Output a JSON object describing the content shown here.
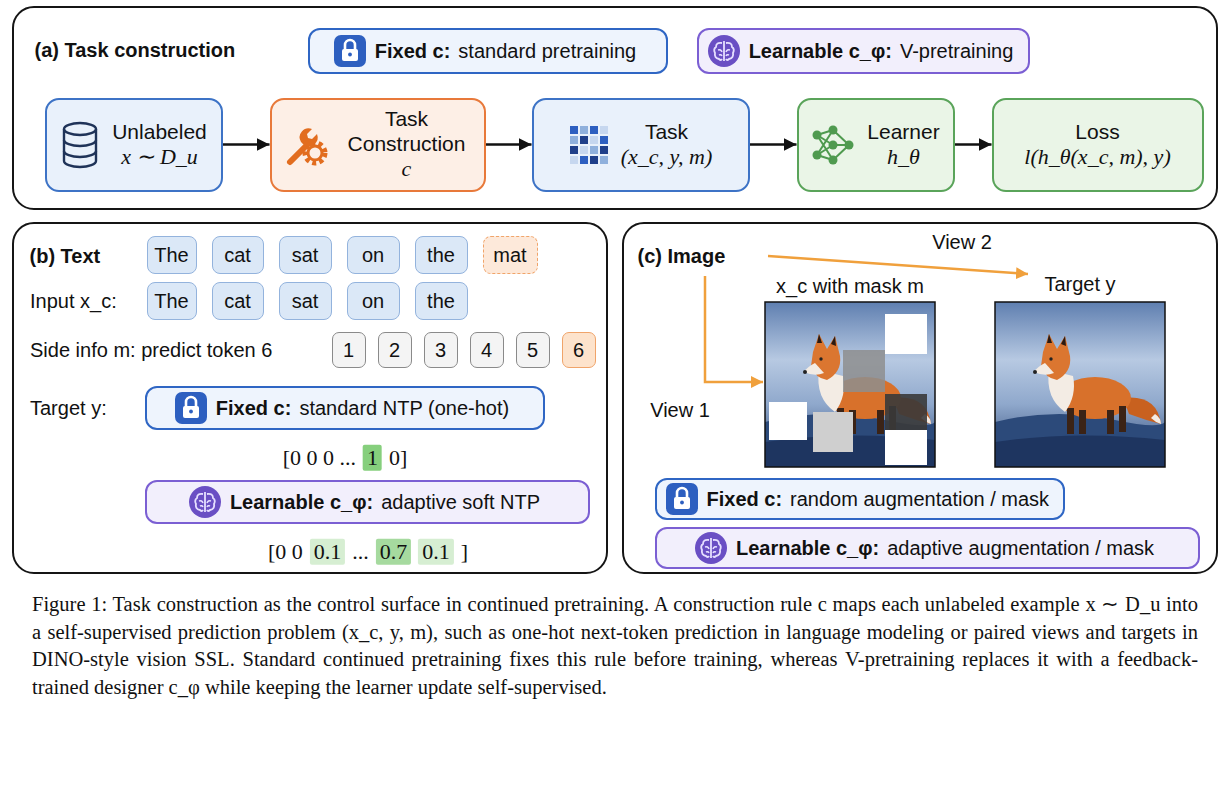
{
  "diagram": {
    "caption": "Figure 1: Task construction as the control surface in continued pretraining. A construction rule c maps each unlabeled example x ∼ D_u into a self-supervised prediction problem (x_c, y, m), such as one-hot next-token prediction in language modeling or paired views and targets in DINO-style vision SSL. Standard continued pretraining fixes this rule before training, whereas V-pretraining replaces it with a feedback-trained designer c_φ while keeping the learner update self-supervised.",
    "nodes": [
      {
        "text": [
          "(a) Task construction"
        ]
      },
      {
        "text": [
          "Fixed c:",
          "standard pretraining"
        ],
        "in": 0
      },
      {
        "text": [
          "Learnable c_φ:",
          "V-pretraining"
        ],
        "in": 0
      },
      {
        "text": [
          "Unlabeled",
          "x ∼ D_u"
        ],
        "in": 0
      },
      {
        "text": [
          "Task Construction",
          "c"
        ],
        "in": 0
      },
      {
        "text": [
          "Task",
          "(x_c, y, m)"
        ],
        "in": 0
      },
      {
        "text": [
          "Learner",
          "h_θ"
        ],
        "in": 0
      },
      {
        "text": [
          "Loss",
          "l(h_θ(x_c, m), y)"
        ],
        "in": 0
      },
      {
        "text": [
          "(b) Text"
        ]
      },
      {
        "text": [
          "The"
        ],
        "in": 8
      },
      {
        "text": [
          "cat"
        ],
        "in": 8
      },
      {
        "text": [
          "sat"
        ],
        "in": 8
      },
      {
        "text": [
          "on"
        ],
        "in": 8
      },
      {
        "text": [
          "the"
        ],
        "in": 8
      },
      {
        "text": [
          "mat"
        ],
        "in": 8
      },
      {
        "text": [
          "The"
        ],
        "in": 8
      },
      {
        "text": [
          "cat"
        ],
        "in": 8
      },
      {
        "text": [
          "sat"
        ],
        "in": 8
      },
      {
        "text": [
          "on"
        ],
        "in": 8
      },
      {
        "text": [
          "the"
        ],
        "in": 8
      },
      {
        "text": [
          "1"
        ],
        "in": 8
      },
      {
        "text": [
          "2"
        ],
        "in": 8
      },
      {
        "text": [
          "3"
        ],
        "in": 8
      },
      {
        "text": [
          "4"
        ],
        "in": 8
      },
      {
        "text": [
          "5"
        ],
        "in": 8
      },
      {
        "text": [
          "6"
        ],
        "in": 8
      },
      {
        "text": [
          "Fixed c:",
          "standard NTP (one-hot)"
        ],
        "in": 8
      },
      {
        "text": [
          "Learnable c_φ:",
          "adaptive soft NTP"
        ],
        "in": 8
      },
      {
        "text": [
          "(c) Image"
        ]
      },
      {
        "text": [
          "Fixed c:",
          "random augmentation / mask"
        ],
        "in": 28
      },
      {
        "text": [
          "Learnable c_φ:",
          "adaptive augmentation / mask"
        ],
        "in": 28
      }
    ],
    "edges": [
      {
        "from": 3,
        "to": 4,
        "arrow": "to"
      },
      {
        "from": 4,
        "to": 5,
        "arrow": "to"
      },
      {
        "from": 5,
        "to": 6,
        "arrow": "to"
      },
      {
        "from": 6,
        "to": 7,
        "arrow": "to"
      }
    ],
    "labels": [
      "Input x_c:",
      "Side info m: predict token 6",
      "Target y:",
      "[0 0 0 ...",
      "1",
      "0]",
      "[0 0",
      "0.1",
      "...",
      "0.7",
      "0.1",
      "]",
      "View 2",
      "x_c with mask m",
      "Target y",
      "View 1"
    ]
  }
}
